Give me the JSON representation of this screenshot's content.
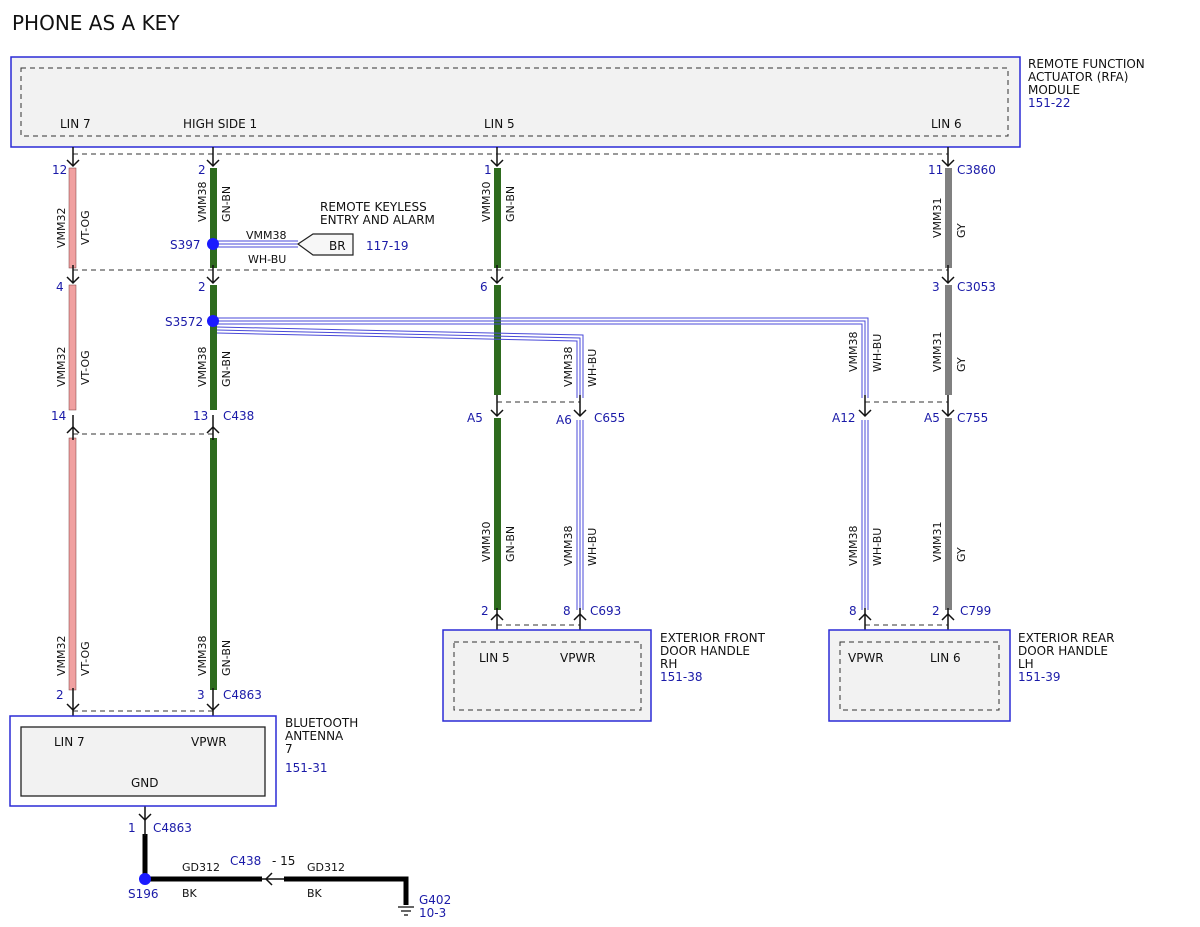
{
  "title": "PHONE AS A KEY",
  "colors": {
    "vt_og": "#f0a0a0",
    "gn_bn": "#2e6b1e",
    "gy": "#808080",
    "wh_bu": "#4a4ad8",
    "bk": "#000000",
    "splice": "#1a1aff",
    "reference": "#1a1aa8",
    "module_border": "#2b2bd6"
  },
  "modules": {
    "rfa": {
      "name_lines": [
        "REMOTE FUNCTION",
        "ACTUATOR (RFA)",
        "MODULE"
      ],
      "ref": "151-22",
      "pins": [
        "LIN 7",
        "HIGH SIDE 1",
        "LIN 5",
        "LIN 6"
      ]
    },
    "rke": {
      "name_lines": [
        "REMOTE KEYLESS",
        "ENTRY AND ALARM"
      ],
      "ref": "117-19",
      "connector": "BR"
    },
    "front_handle": {
      "name_lines": [
        "EXTERIOR FRONT",
        "DOOR HANDLE",
        "RH"
      ],
      "ref": "151-38",
      "pins": [
        "LIN 5",
        "VPWR"
      ]
    },
    "rear_handle": {
      "name_lines": [
        "EXTERIOR REAR",
        "DOOR HANDLE",
        "LH"
      ],
      "ref": "151-39",
      "pins": [
        "VPWR",
        "LIN 6"
      ]
    },
    "bt": {
      "name_lines": [
        "BLUETOOTH",
        "ANTENNA",
        "7"
      ],
      "ref": "151-31",
      "pins": [
        "LIN 7",
        "VPWR",
        "GND"
      ]
    }
  },
  "connectors": {
    "c3860": "C3860",
    "c3053": "C3053",
    "c438": "C438",
    "c655": "C655",
    "c755": "C755",
    "c693": "C693",
    "c799": "C799",
    "c4863_top": "C4863",
    "c4863_bot": "C4863",
    "c438_gnd": "C438"
  },
  "pins": {
    "p12": "12",
    "p2a": "2",
    "p1a": "1",
    "p11": "11",
    "p4": "4",
    "p2b": "2",
    "p6": "6",
    "p3a": "3",
    "p14": "14",
    "p13": "13",
    "pA5a": "A5",
    "pA6": "A6",
    "pA12": "A12",
    "pA5b": "A5",
    "p2c": "2",
    "p8a": "8",
    "p8b": "8",
    "p2d": "2",
    "p2e": "2",
    "p3b": "3",
    "p1b": "1",
    "p15": "- 15"
  },
  "splices": {
    "s397": "S397",
    "s3572": "S3572",
    "s196": "S196"
  },
  "wires": {
    "vmm32": "VMM32",
    "vt_og": "VT-OG",
    "vmm38": "VMM38",
    "gn_bn": "GN-BN",
    "vmm30": "VMM30",
    "vmm31": "VMM31",
    "gy": "GY",
    "wh_bu": "WH-BU",
    "gd312": "GD312",
    "bk": "BK"
  },
  "ground": {
    "id": "G402",
    "ref": "10-3"
  }
}
